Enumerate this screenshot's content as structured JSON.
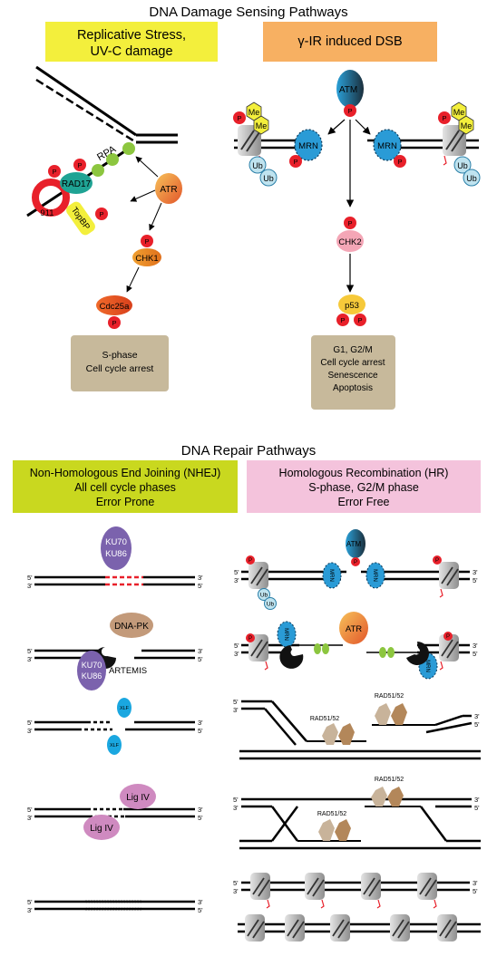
{
  "titles": {
    "sensing": "DNA Damage Sensing Pathways",
    "repair": "DNA Repair Pathways"
  },
  "sensing_left": {
    "header_line1": "Replicative Stress,",
    "header_line2": "UV-C damage",
    "rpa": "RPA",
    "rad17": "RAD17",
    "nine11": "911",
    "topbp": "TopBP",
    "atr": "ATR",
    "chk1": "CHK1",
    "cdc25a": "Cdc25a",
    "outcome": [
      "S-phase",
      "Cell cycle arrest"
    ]
  },
  "sensing_right": {
    "header": "γ-IR induced DSB",
    "atm": "ATM",
    "mrn": "MRN",
    "me": "Me",
    "ub": "Ub",
    "chk2": "CHK2",
    "p53": "p53",
    "outcome": [
      "G1, G2/M",
      "Cell cycle arrest",
      "Senescence",
      "Apoptosis"
    ]
  },
  "phospho_label": "P",
  "nhej": {
    "header": [
      "Non-Homologous End Joining (NHEJ)",
      "All cell cycle phases",
      "Error Prone"
    ],
    "ku70": "KU70",
    "ku86": "KU86",
    "dnapk": "DNA-PK",
    "artemis": "ARTEMIS",
    "xlf": "XLF",
    "ligiv": "Lig IV"
  },
  "hr": {
    "header": [
      "Homologous Recombination (HR)",
      "S-phase, G2/M phase",
      "Error Free"
    ],
    "atm": "ATM",
    "atr": "ATR",
    "mrn": "MRN",
    "ub": "Ub",
    "rad51": "RAD51/52"
  },
  "strand_ends": {
    "five": "5'",
    "three": "3'"
  },
  "colors": {
    "yellow_header": "#f3ef3c",
    "orange_header": "#f7b062",
    "olive_header": "#c9d81f",
    "pink_header": "#f4c3dc",
    "phospho_red": "#e8202a",
    "outcome_box": "#c7b99b",
    "mrn_blue": "#2a9bd6",
    "ku_purple": "#7b62ad",
    "lig_pink": "#cf8ac0",
    "rad51_tan": "#b89a78"
  }
}
